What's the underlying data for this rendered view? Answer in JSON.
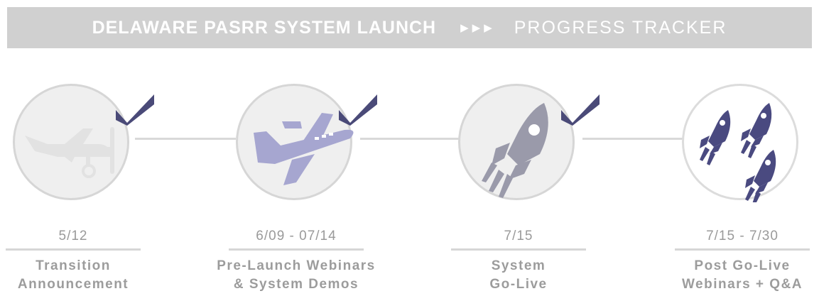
{
  "banner": {
    "title": "DELAWARE PASRR SYSTEM LAUNCH",
    "arrows": "▶▶▶",
    "subtitle": "PROGRESS TRACKER"
  },
  "colors": {
    "banner_bg": "#d0d0d0",
    "check": "#4a4a78",
    "plane_done": "#a6a6d0",
    "rocket_done": "#9a9aaa",
    "rocket_upcoming": "#4a4a80",
    "text": "#9c9c9c"
  },
  "stages": [
    {
      "date": "5/12",
      "label_line1": "Transition",
      "label_line2": "Announcement",
      "icon": "propeller-plane-icon",
      "completed": true
    },
    {
      "date": "6/09 - 07/14",
      "label_line1": "Pre-Launch Webinars",
      "label_line2": "& System Demos",
      "icon": "jet-plane-icon",
      "completed": true
    },
    {
      "date": "7/15",
      "label_line1": "System",
      "label_line2": "Go-Live",
      "icon": "rocket-icon",
      "completed": true
    },
    {
      "date": "7/15 - 7/30",
      "label_line1": "Post Go-Live",
      "label_line2": "Webinars + Q&A",
      "icon": "rockets-icon",
      "completed": false
    }
  ]
}
